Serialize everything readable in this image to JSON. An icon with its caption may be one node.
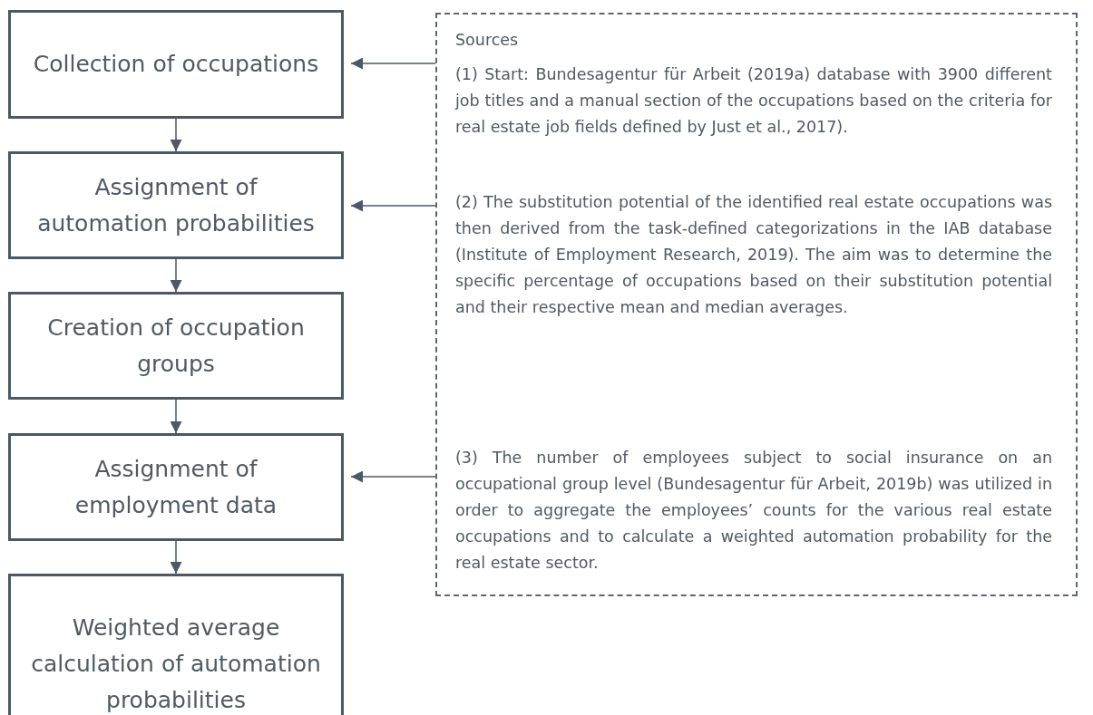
{
  "diagram": {
    "nodes": [
      {
        "text": [
          "Collection of occupations"
        ]
      },
      {
        "text": [
          "Assignment of automation probabilities"
        ]
      },
      {
        "text": [
          "Creation of occupation groups"
        ]
      },
      {
        "text": [
          "Assignment of employment data"
        ]
      },
      {
        "text": [
          "Weighted average calculation of automation probabilities"
        ]
      },
      {
        "text": [
          "Sources",
          "(1) Start: Bundesagentur für Arbeit (2019a) database with 3900 different job titles and a manual section of the occupations based on the criteria for real estate job fields defined by Just et al., 2017).",
          "(2) The substitution potential of the identified real estate occupations was then derived from the task-defined categorizations in the IAB database (Institute of Employment Research, 2019). The aim was to determine the specific percentage of occupations based on their substitution potential and their respective mean and median averages.",
          "(3) The number of employees subject to social insurance on an occupational group level (Bundesagentur für Arbeit, 2019b) was utilized in order to aggregate the employees’ counts for the various real estate occupations and to calculate a weighted automation probability for the real estate sector."
        ]
      }
    ],
    "edges": [
      {
        "from": 0,
        "to": 1,
        "arrow": "to"
      },
      {
        "from": 1,
        "to": 2,
        "arrow": "to"
      },
      {
        "from": 2,
        "to": 3,
        "arrow": "to"
      },
      {
        "from": 3,
        "to": 4,
        "arrow": "to"
      },
      {
        "from": 5,
        "to": 0,
        "arrow": "to"
      },
      {
        "from": 5,
        "to": 1,
        "arrow": "to"
      },
      {
        "from": 5,
        "to": 3,
        "arrow": "to"
      }
    ]
  }
}
